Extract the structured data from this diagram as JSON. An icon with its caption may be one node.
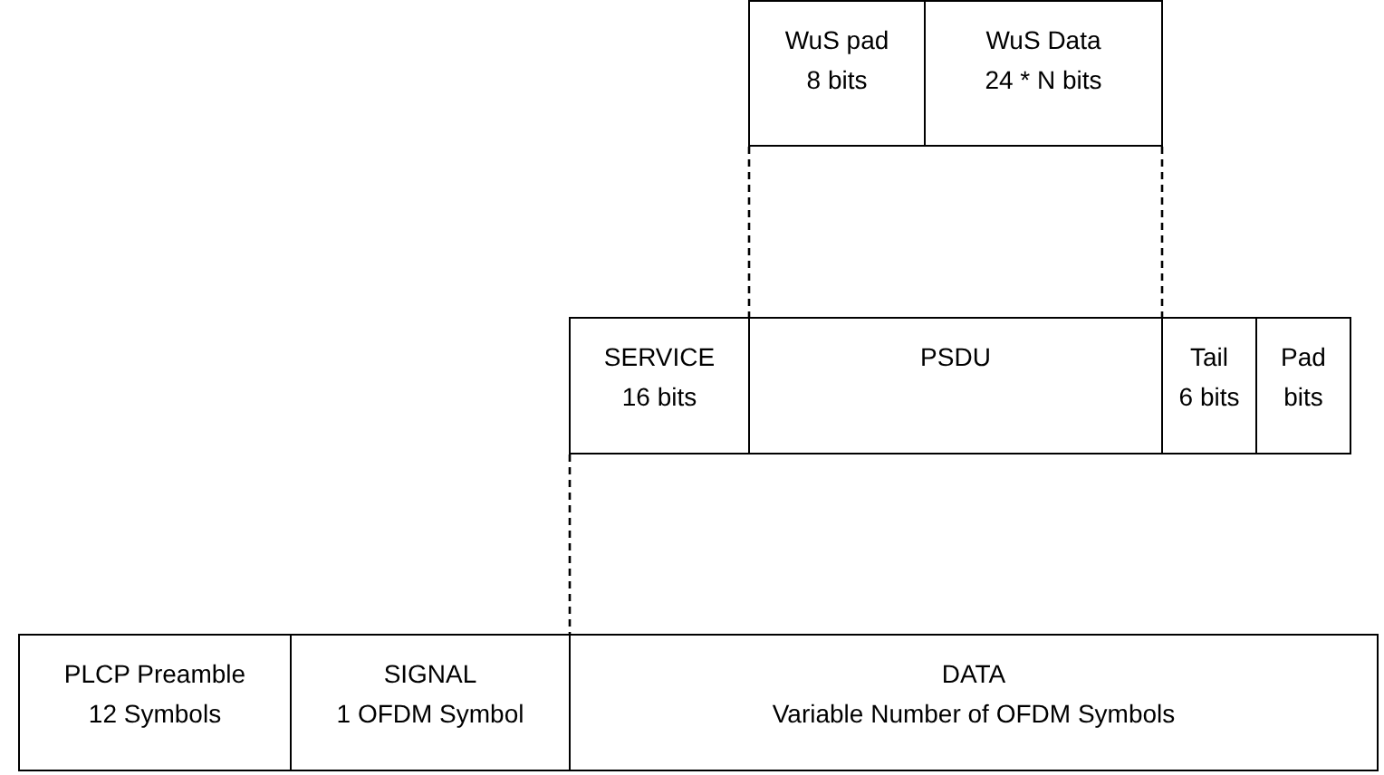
{
  "diagram": {
    "nodes": [
      {
        "text": [
          "WuS pad",
          "8 bits"
        ]
      },
      {
        "text": [
          "WuS Data",
          "24 * N bits"
        ]
      },
      {
        "text": [
          "SERVICE",
          "16 bits"
        ]
      },
      {
        "text": [
          "PSDU"
        ]
      },
      {
        "text": [
          "Tail",
          "6 bits"
        ]
      },
      {
        "text": [
          "Pad",
          "bits"
        ]
      },
      {
        "text": [
          "PLCP Preamble",
          "12 Symbols"
        ]
      },
      {
        "text": [
          "SIGNAL",
          "1 OFDM Symbol"
        ]
      },
      {
        "text": [
          "DATA",
          "Variable Number of OFDM Symbols"
        ]
      }
    ],
    "edges": [
      {
        "from": 0,
        "to": 3,
        "arrow": "none",
        "style": "dashed"
      },
      {
        "from": 1,
        "to": 3,
        "arrow": "none",
        "style": "dashed"
      },
      {
        "from": 2,
        "to": 8,
        "arrow": "none",
        "style": "dashed"
      }
    ]
  }
}
